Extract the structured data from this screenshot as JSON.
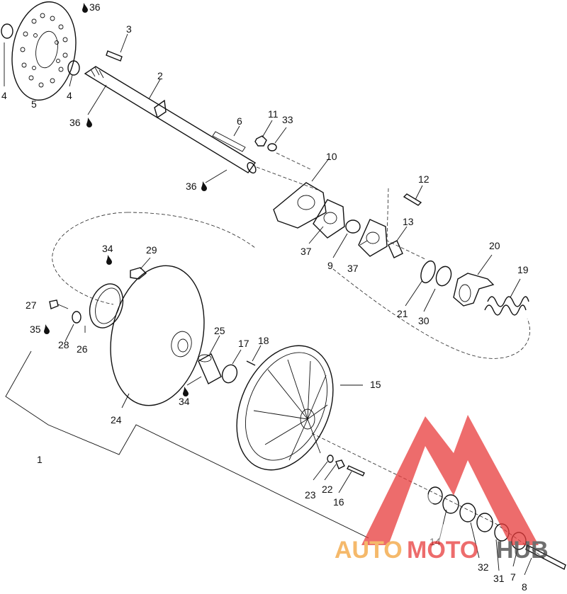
{
  "labels": [
    {
      "id": "p36a",
      "text": "36",
      "drop": true
    },
    {
      "id": "p3",
      "text": "3"
    },
    {
      "id": "p4a",
      "text": "4"
    },
    {
      "id": "p4b",
      "text": "4"
    },
    {
      "id": "p5",
      "text": "5"
    },
    {
      "id": "p2",
      "text": "2"
    },
    {
      "id": "p36b",
      "text": "36",
      "drop": true
    },
    {
      "id": "p6",
      "text": "6"
    },
    {
      "id": "p11",
      "text": "11"
    },
    {
      "id": "p33",
      "text": "33"
    },
    {
      "id": "p10",
      "text": "10"
    },
    {
      "id": "p36c",
      "text": "36",
      "drop": true
    },
    {
      "id": "p12",
      "text": "12"
    },
    {
      "id": "p13",
      "text": "13"
    },
    {
      "id": "p37a",
      "text": "37"
    },
    {
      "id": "p9",
      "text": "9"
    },
    {
      "id": "p37b",
      "text": "37"
    },
    {
      "id": "p20",
      "text": "20"
    },
    {
      "id": "p19",
      "text": "19"
    },
    {
      "id": "p21",
      "text": "21"
    },
    {
      "id": "p30",
      "text": "30"
    },
    {
      "id": "p34a",
      "text": "34",
      "drop": true
    },
    {
      "id": "p29",
      "text": "29"
    },
    {
      "id": "p27",
      "text": "27"
    },
    {
      "id": "p35",
      "text": "35",
      "drop": true
    },
    {
      "id": "p28",
      "text": "28"
    },
    {
      "id": "p26",
      "text": "26"
    },
    {
      "id": "p25",
      "text": "25"
    },
    {
      "id": "p17",
      "text": "17"
    },
    {
      "id": "p18",
      "text": "18"
    },
    {
      "id": "p15",
      "text": "15"
    },
    {
      "id": "p34b",
      "text": "34",
      "drop": true
    },
    {
      "id": "p24",
      "text": "24"
    },
    {
      "id": "p1",
      "text": "1"
    },
    {
      "id": "p23",
      "text": "23"
    },
    {
      "id": "p22",
      "text": "22"
    },
    {
      "id": "p16",
      "text": "16"
    },
    {
      "id": "p14",
      "text": "14"
    },
    {
      "id": "p32",
      "text": "32"
    },
    {
      "id": "p31",
      "text": "31"
    },
    {
      "id": "p7",
      "text": "7"
    },
    {
      "id": "p8",
      "text": "8"
    }
  ],
  "watermark": {
    "text_auto": "AUTO",
    "text_moto": "MOTO",
    "text_hub": "HUB",
    "color_red": "#e83b3b",
    "color_orange": "#f2a23a",
    "color_gray": "#3f3f3f"
  }
}
